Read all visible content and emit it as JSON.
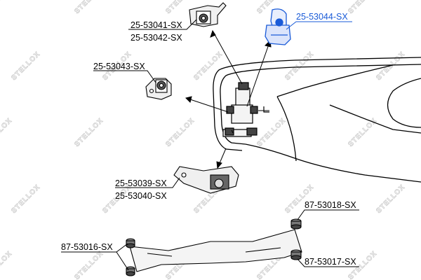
{
  "colors": {
    "line": "#000000",
    "highlight": "#1a5bd8",
    "part_fill": "#f0f0f0",
    "part_dark": "#333333",
    "watermark": "#c9c9c9"
  },
  "watermark": {
    "text": "STELLOX"
  },
  "parts": [
    {
      "id": "p1",
      "labels": [
        "25-53041-SX",
        "25-53042-SX"
      ],
      "highlighted": false
    },
    {
      "id": "p2",
      "labels": [
        "25-53044-SX"
      ],
      "highlighted": true
    },
    {
      "id": "p3",
      "labels": [
        "25-53043-SX"
      ],
      "highlighted": false
    },
    {
      "id": "p4",
      "labels": [
        "25-53039-SX",
        "25-53040-SX"
      ],
      "highlighted": false
    },
    {
      "id": "p5",
      "labels": [
        "87-53018-SX"
      ],
      "highlighted": false
    },
    {
      "id": "p6",
      "labels": [
        "87-53016-SX"
      ],
      "highlighted": false
    },
    {
      "id": "p7",
      "labels": [
        "87-53017-SX"
      ],
      "highlighted": false
    }
  ]
}
